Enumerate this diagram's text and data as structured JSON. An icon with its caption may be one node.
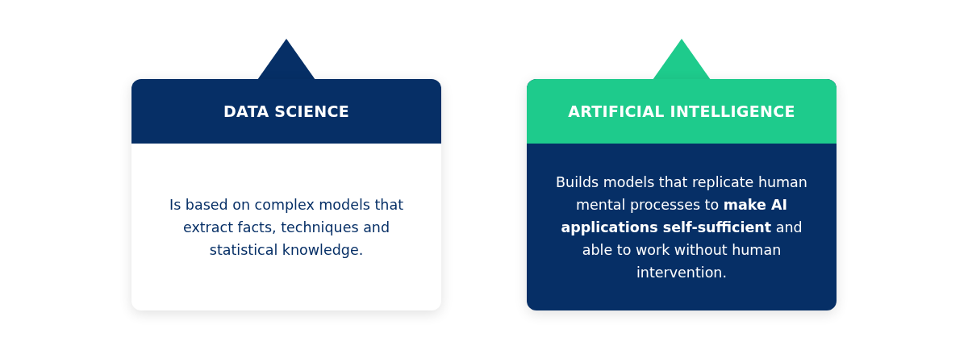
{
  "diagram": {
    "nodes": [
      {
        "text": [
          "DATA SCIENCE",
          "Is based on complex models that extract facts, techniques and statistical knowledge."
        ]
      },
      {
        "text": [
          "ARTIFICIAL INTELLIGENCE",
          "Builds models that replicate human mental processes to **make AI applications self-sufficient** and able to work without human intervention."
        ]
      }
    ]
  }
}
